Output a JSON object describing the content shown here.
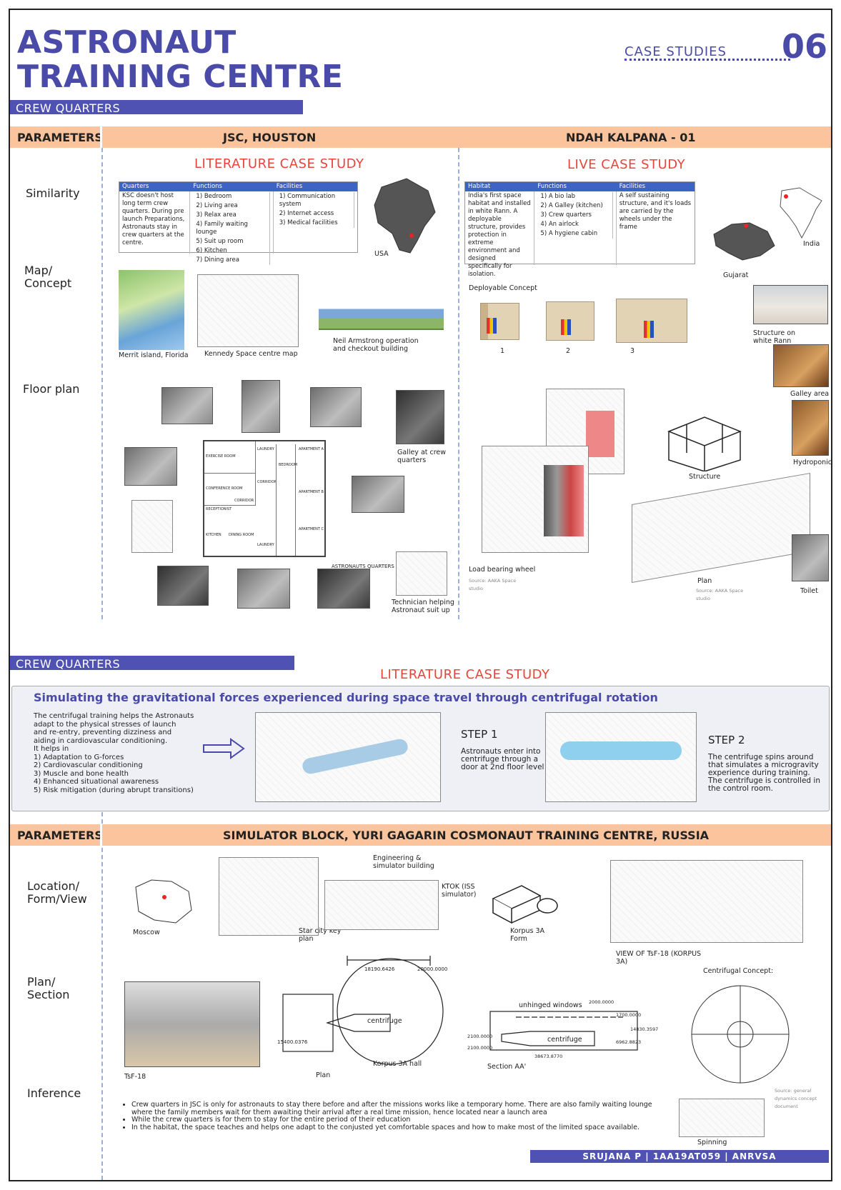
{
  "header": {
    "title_line1": "ASTRONAUT",
    "title_line2": "TRAINING CENTRE",
    "case_studies_label": "CASE STUDIES",
    "case_number": "06"
  },
  "tags": {
    "crew_quarters_1": "CREW QUARTERS",
    "crew_quarters_2": "CREW QUARTERS"
  },
  "section1": {
    "parameters": "PARAMETERS",
    "left_heading": "JSC, HOUSTON",
    "right_heading": "NDAH KALPANA - 01",
    "left_type": "LITERATURE CASE STUDY",
    "right_type": "LIVE CASE STUDY",
    "labels": {
      "similarity": "Similarity",
      "map1": "Map/",
      "map2": "Concept",
      "floor": "Floor plan"
    },
    "jsc_table": {
      "headers": [
        "Quarters",
        "Functions",
        "Facilities"
      ],
      "quarters": "KSC doesn't host long term crew quarters. During pre launch Preparations, Astronauts stay in crew quarters at the centre.",
      "functions": [
        "1)  Bedroom",
        "2)  Living area",
        "3)  Relax area",
        "4)  Family waiting lounge",
        "5)  Suit up room",
        "6)  Kitchen",
        "7)  Dining area"
      ],
      "facilities": [
        "1)  Communication system",
        "2)  Internet access",
        "3)  Medical facilities"
      ]
    },
    "kalpana_table": {
      "headers": [
        "Habitat",
        "Functions",
        "Facilities"
      ],
      "habitat": "India's first space habitat and installed in white Rann. A deployable structure, provides protection in extreme environment and designed specifically for isolation.",
      "functions": [
        "1)  A bio lab",
        "2)  A Galley (kitchen)",
        "3)  Crew quarters",
        "4)  An airlock",
        "5)  A hygiene cabin"
      ],
      "facilities": "A self sustaining structure, and it's loads are carried by the wheels under the frame"
    },
    "captions": {
      "usa": "USA",
      "merrit": "Merrit island, Florida",
      "kennedy": "Kennedy Space centre map",
      "neil": "Neil Armstrong operation and checkout building",
      "galley_crew": "Galley at crew quarters",
      "astro_quarters": "ASTRONAUTS QUARTERS",
      "technician": "Technician helping Astronaut suit up",
      "india": "India",
      "gujarat": "Gujarat",
      "deployable": "Deployable Concept",
      "num1": "1",
      "num2": "2",
      "num3": "3",
      "structure_rann": "Structure on white Rann",
      "galley_area": "Galley area",
      "structure": "Structure",
      "hydroponics": "Hydroponics",
      "load_wheel": "Load bearing wheel",
      "source1": "Source: AAKA Space studio",
      "plan": "Plan",
      "source2": "Source: AAKA Space studio",
      "toilet": "Toilet"
    },
    "floor_rooms": {
      "exercise": "EXERCISE ROOM",
      "conference": "CONFERENCE ROOM",
      "reception": "RECEPTIONIST",
      "corridor1": "CORRIDOR",
      "corridor2": "CORRIDOR",
      "kitchen": "KITCHEN",
      "dining": "DINING ROOM",
      "laundry1": "LAUNDRY",
      "laundry2": "LAUNDRY",
      "bedroom": "BEDROOM",
      "apartment_a": "APARTMENT A",
      "apartment_b": "APARTMENT B",
      "apartment_c": "APARTMENT C"
    }
  },
  "section2": {
    "type": "LITERATURE CASE STUDY",
    "panel_title": "Simulating the gravitational forces experienced during space travel through centrifugal rotation",
    "intro_lines": [
      "The centrifugal training helps the Astronauts",
      "adapt to the physical stresses of launch",
      "and re-entry, preventing dizziness and",
      "aiding in cardiovascular conditioning.",
      "It helps in",
      "1) Adaptation to G-forces",
      "2) Cardiovascular conditioning",
      "3) Muscle and bone health",
      "4) Enhanced situational awareness",
      "5) Risk mitigation (during abrupt transitions)"
    ],
    "step1_title": "STEP 1",
    "step1_text": "Astronauts enter into centrifuge through a door at 2nd floor level",
    "step2_title": "STEP 2",
    "step2_text": "The centrifuge spins around that simulates a microgravity experience during training. The centrifuge is controlled in the control room."
  },
  "section3": {
    "parameters": "PARAMETERS",
    "heading": "SIMULATOR BLOCK, YURI GAGARIN COSMONAUT TRAINING CENTRE, RUSSIA",
    "labels": {
      "loc1": "Location/",
      "loc2": "Form/View",
      "plan1": "Plan/",
      "plan2": "Section",
      "inference": "Inference"
    },
    "captions": {
      "moscow": "Moscow",
      "star_city": "Star city key plan",
      "eng_sim": "Engineering & simulator building",
      "ktok": "KTOK (ISS simulator)",
      "korpus": "Korpus 3A Form",
      "view": "VIEW OF TsF-18 (KORPUS 3A)",
      "centrifugal_concept": "Centrifugal Concept:",
      "tsf": "TsF-18",
      "plan": "Plan",
      "centrifuge1": "centrifuge",
      "korpus_hall": "Korpus 3A hall",
      "section": "Section AA'",
      "unhinged": "unhinged windows",
      "centrifuge2": "centrifuge",
      "dim1": "18190.6426",
      "dim2": "20000.0000",
      "dim3": "15400.0376",
      "dim4": "2100.0000",
      "dim5": "2100.0000",
      "dim6": "38673.8770",
      "dim7": "2000.0000",
      "dim8": "1700.0000",
      "dim9": "14830.3597",
      "dim10": "6962.8823",
      "spinning": "Spinning",
      "source_cc": "Source: general dynamics concept document"
    },
    "inference": [
      "Crew quarters in JSC is only for astronauts to stay there before and after the missions works like a temporary home. There are also family waiting lounge where the family members wait for them awaiting their arrival after a real time mission, hence located near a launch area",
      "While the crew quarters is for them to stay for the entire period of their education",
      "In the habitat, the space teaches and helps one adapt to the conjusted yet comfortable spaces and how to make most of the limited space available."
    ]
  },
  "footer": {
    "text": "SRUJANA P   |   1AA19AT059   |   ANRVSA"
  },
  "colors": {
    "accent": "#4f52b2",
    "orange": "#fbc49c",
    "red": "#e8443a",
    "table_head": "#3d63c4"
  }
}
